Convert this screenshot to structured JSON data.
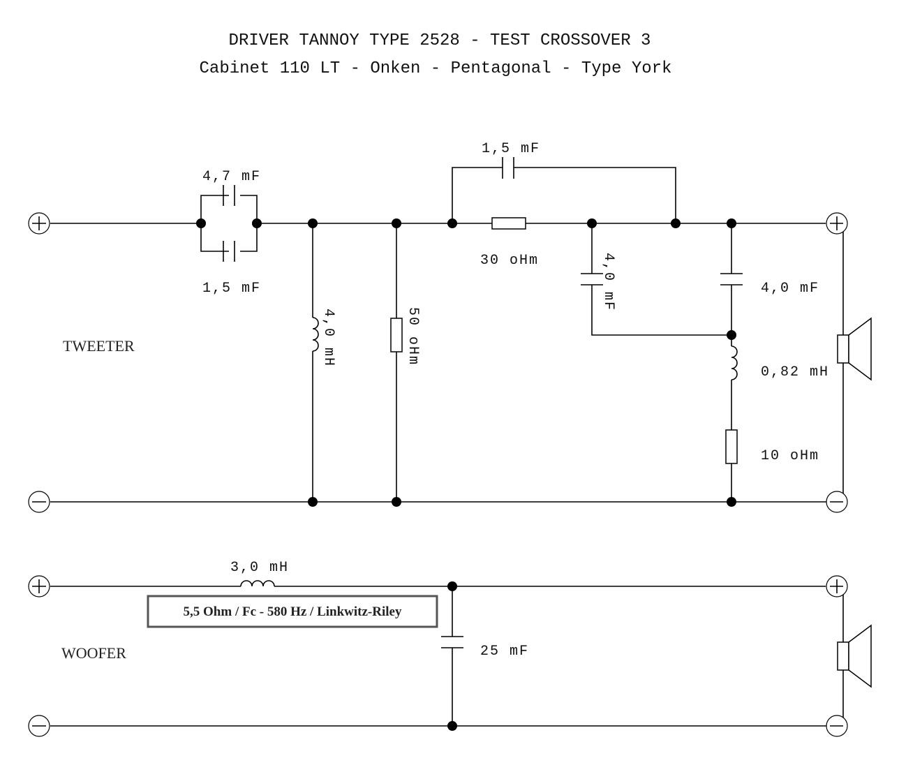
{
  "title": {
    "line1": "DRIVER TANNOY TYPE 2528 - TEST CROSSOVER 3",
    "line2": "Cabinet 110 LT - Onken - Pentagonal - Type York"
  },
  "tweeter": {
    "section_label": "TWEETER",
    "components": {
      "c_parallel_top": "4,7 mF",
      "c_parallel_bottom": "1,5 mF",
      "l_shunt": "4,0 mH",
      "r_shunt": "50 oHm",
      "c_bypass": "1,5 mF",
      "r_series": "30 oHm",
      "c_notch": "4,0 mF",
      "c_series_right": "4,0 mF",
      "l_right": "0,82 mH",
      "r_right": "10 oHm"
    },
    "terminals": {
      "in_plus": "+",
      "in_minus": "−",
      "out_plus": "+",
      "out_minus": "−"
    }
  },
  "woofer": {
    "section_label": "WOOFER",
    "components": {
      "l_series": "3,0 mH",
      "c_shunt": "25 mF"
    },
    "note": "5,5 Ohm / Fc - 580 Hz / Linkwitz-Riley",
    "terminals": {
      "in_plus": "+",
      "in_minus": "−",
      "out_plus": "+",
      "out_minus": "−"
    }
  }
}
